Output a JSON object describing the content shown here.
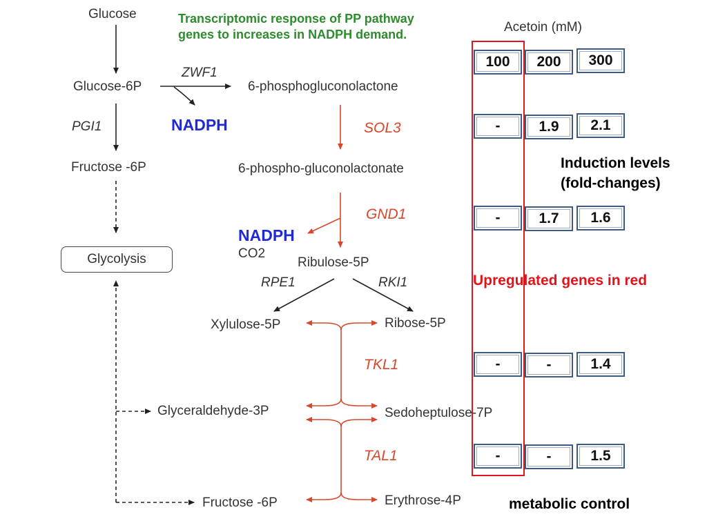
{
  "title": [
    "Transcriptomic response of PP pathway",
    "genes to increases in NADPH demand."
  ],
  "metabolites": {
    "glucose": "Glucose",
    "glucose_6p": "Glucose-6P",
    "phosphogluconolactone": "6-phosphogluconolactone",
    "fructose_6p_top": "Fructose -6P",
    "phosphogluconolactonate": "6-phospho-gluconolactonate",
    "co2": "CO2",
    "ribulose_5p": "Ribulose-5P",
    "xylulose_5p": "Xylulose-5P",
    "ribose_5p": "Ribose-5P",
    "glyceraldehyde_3p": "Glyceraldehyde-3P",
    "sedoheptulose_7p": "Sedoheptulose-7P",
    "fructose_6p_bottom": "Fructose -6P",
    "erythrose_4p": "Erythrose-4P"
  },
  "glycolysis": "Glycolysis",
  "nadph": [
    "NADPH",
    "NADPH"
  ],
  "genes": {
    "zwf1": "ZWF1",
    "pgi1": "PGI1",
    "sol3": "SOL3",
    "gnd1": "GND1",
    "rpe1": "RPE1",
    "rki1": "RKI1",
    "tkl1": "TKL1",
    "tal1": "TAL1"
  },
  "table": {
    "header": "Acetoin (mM)",
    "columns": [
      "100",
      "200",
      "300"
    ],
    "rows": [
      [
        "-",
        "1.9",
        "2.1"
      ],
      [
        "-",
        "1.7",
        "1.6"
      ],
      [
        "-",
        "-",
        "1.4"
      ],
      [
        "-",
        "-",
        "1.5"
      ]
    ]
  },
  "notes": {
    "induction": [
      "Induction levels",
      "(fold-changes)"
    ],
    "upregulated": "Upregulated genes in red",
    "control": "metabolic control"
  },
  "colors": {
    "upregulated": "#d9472b",
    "nadph": "#1f2ad6",
    "title": "#2e8b2e",
    "highlight": "#e0141a"
  }
}
